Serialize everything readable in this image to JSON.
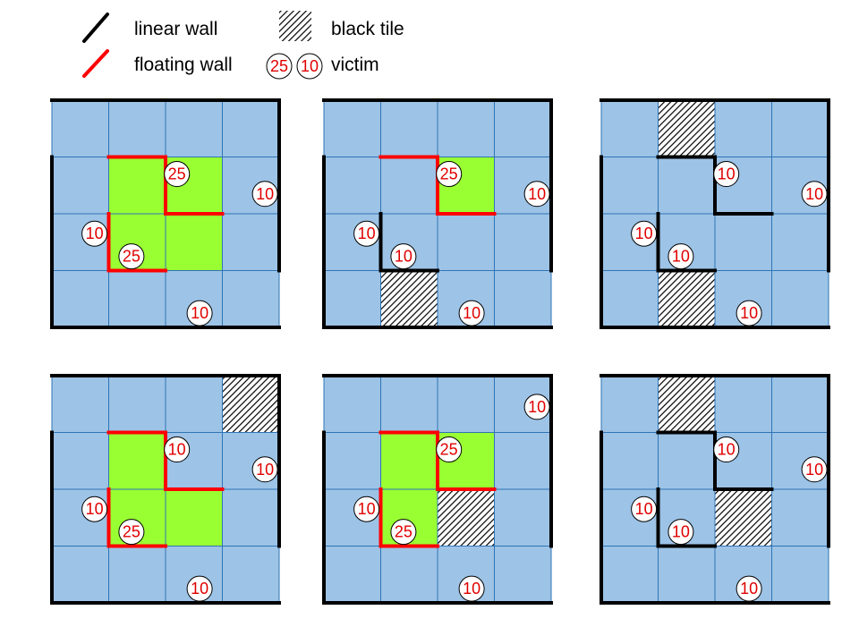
{
  "legend": {
    "linear_wall": "linear wall",
    "floating_wall": "floating wall",
    "black_tile": "black tile",
    "victim": "victim",
    "victim_examples": [
      "25",
      "10"
    ]
  },
  "colors": {
    "tile": "#9dc3e6",
    "green": "#99ff33",
    "grid_line": "#2e75b6",
    "linear_wall": "#000000",
    "floating_wall": "#ff0000",
    "victim_text": "#e00000"
  },
  "mazes": [
    {
      "green": [
        [
          1,
          1
        ],
        [
          2,
          1
        ],
        [
          1,
          2
        ],
        [
          2,
          2
        ]
      ],
      "black": [],
      "linear": [
        [
          1,
          1,
          2,
          1
        ],
        [
          2,
          1,
          2,
          2
        ],
        [
          2,
          2,
          3,
          2
        ],
        [
          1,
          2,
          1,
          3
        ],
        [
          1,
          3,
          2,
          3
        ]
      ],
      "floating": [
        [
          1,
          1,
          2,
          1
        ],
        [
          2,
          1,
          2,
          2
        ],
        [
          2,
          2,
          3,
          2
        ],
        [
          1,
          2,
          1,
          3
        ],
        [
          1,
          3,
          2,
          3
        ]
      ],
      "victims": [
        {
          "v": "25",
          "cx": 2.2,
          "cy": 1.3
        },
        {
          "v": "10",
          "cx": 3.75,
          "cy": 1.65
        },
        {
          "v": "10",
          "cx": 0.75,
          "cy": 2.35
        },
        {
          "v": "25",
          "cx": 1.4,
          "cy": 2.75
        },
        {
          "v": "10",
          "cx": 2.6,
          "cy": 3.75
        }
      ]
    },
    {
      "green": [
        [
          2,
          1
        ]
      ],
      "black": [
        [
          1,
          3
        ]
      ],
      "linear": [
        [
          1,
          2,
          1,
          3
        ],
        [
          1,
          3,
          2,
          3
        ]
      ],
      "floating": [
        [
          1,
          1,
          2,
          1
        ],
        [
          2,
          1,
          2,
          2
        ],
        [
          2,
          2,
          3,
          2
        ]
      ],
      "victims": [
        {
          "v": "25",
          "cx": 2.2,
          "cy": 1.3
        },
        {
          "v": "10",
          "cx": 3.75,
          "cy": 1.65
        },
        {
          "v": "10",
          "cx": 0.75,
          "cy": 2.35
        },
        {
          "v": "10",
          "cx": 1.4,
          "cy": 2.75
        },
        {
          "v": "10",
          "cx": 2.6,
          "cy": 3.75
        }
      ]
    },
    {
      "green": [],
      "black": [
        [
          1,
          0
        ],
        [
          1,
          3
        ]
      ],
      "linear": [
        [
          1,
          1,
          2,
          1
        ],
        [
          2,
          1,
          2,
          2
        ],
        [
          2,
          2,
          3,
          2
        ],
        [
          1,
          2,
          1,
          3
        ],
        [
          1,
          3,
          2,
          3
        ]
      ],
      "floating": [],
      "victims": [
        {
          "v": "10",
          "cx": 2.2,
          "cy": 1.3
        },
        {
          "v": "10",
          "cx": 3.75,
          "cy": 1.65
        },
        {
          "v": "10",
          "cx": 0.75,
          "cy": 2.35
        },
        {
          "v": "10",
          "cx": 1.4,
          "cy": 2.75
        },
        {
          "v": "10",
          "cx": 2.6,
          "cy": 3.75
        }
      ]
    },
    {
      "green": [
        [
          1,
          1
        ],
        [
          1,
          2
        ],
        [
          2,
          2
        ]
      ],
      "black": [
        [
          3,
          0
        ]
      ],
      "linear": [
        [
          1,
          1,
          2,
          1
        ],
        [
          2,
          1,
          2,
          2
        ],
        [
          2,
          2,
          3,
          2
        ],
        [
          1,
          2,
          1,
          3
        ],
        [
          1,
          3,
          2,
          3
        ]
      ],
      "floating": [
        [
          1,
          1,
          2,
          1
        ],
        [
          2,
          1,
          2,
          2
        ],
        [
          2,
          2,
          3,
          2
        ],
        [
          1,
          2,
          1,
          3
        ],
        [
          1,
          3,
          2,
          3
        ]
      ],
      "victims": [
        {
          "v": "10",
          "cx": 2.2,
          "cy": 1.3
        },
        {
          "v": "10",
          "cx": 3.75,
          "cy": 1.65
        },
        {
          "v": "10",
          "cx": 0.75,
          "cy": 2.35
        },
        {
          "v": "25",
          "cx": 1.4,
          "cy": 2.75
        },
        {
          "v": "10",
          "cx": 2.6,
          "cy": 3.75
        }
      ]
    },
    {
      "green": [
        [
          1,
          1
        ],
        [
          2,
          1
        ],
        [
          1,
          2
        ]
      ],
      "black": [
        [
          2,
          2
        ]
      ],
      "linear": [
        [
          1,
          1,
          2,
          1
        ],
        [
          2,
          1,
          2,
          2
        ],
        [
          2,
          2,
          3,
          2
        ],
        [
          1,
          2,
          1,
          3
        ],
        [
          1,
          3,
          2,
          3
        ]
      ],
      "floating": [
        [
          1,
          1,
          2,
          1
        ],
        [
          2,
          1,
          2,
          2
        ],
        [
          2,
          2,
          3,
          2
        ],
        [
          1,
          2,
          1,
          3
        ],
        [
          1,
          3,
          2,
          3
        ]
      ],
      "victims": [
        {
          "v": "10",
          "cx": 3.75,
          "cy": 0.55
        },
        {
          "v": "25",
          "cx": 2.2,
          "cy": 1.3
        },
        {
          "v": "10",
          "cx": 0.75,
          "cy": 2.35
        },
        {
          "v": "25",
          "cx": 1.4,
          "cy": 2.75
        },
        {
          "v": "10",
          "cx": 2.6,
          "cy": 3.75
        }
      ]
    },
    {
      "green": [],
      "black": [
        [
          1,
          0
        ],
        [
          2,
          2
        ]
      ],
      "linear": [
        [
          1,
          1,
          2,
          1
        ],
        [
          2,
          1,
          2,
          2
        ],
        [
          2,
          2,
          3,
          2
        ],
        [
          1,
          2,
          1,
          3
        ],
        [
          1,
          3,
          2,
          3
        ]
      ],
      "floating": [],
      "victims": [
        {
          "v": "10",
          "cx": 2.2,
          "cy": 1.3
        },
        {
          "v": "10",
          "cx": 3.75,
          "cy": 1.65
        },
        {
          "v": "10",
          "cx": 0.75,
          "cy": 2.35
        },
        {
          "v": "10",
          "cx": 1.4,
          "cy": 2.75
        },
        {
          "v": "10",
          "cx": 2.6,
          "cy": 3.75
        }
      ]
    }
  ]
}
